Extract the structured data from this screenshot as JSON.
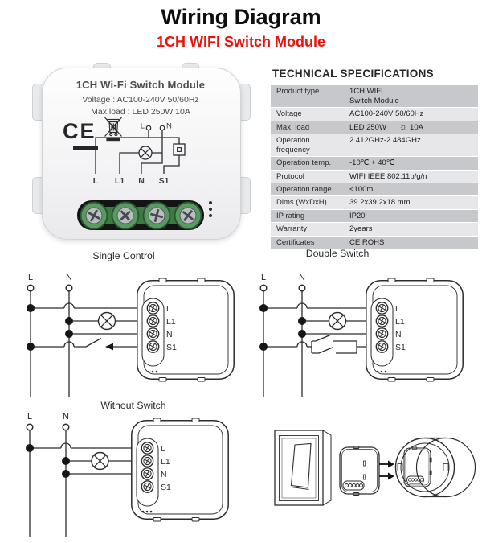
{
  "header": {
    "title": "Wiring Diagram",
    "subtitle": "1CH WIFI Switch Module"
  },
  "product_photo": {
    "name": "1CH Wi-Fi Switch Module",
    "voltage_line": "Voltage : AC100-240V 50/60Hz",
    "max_load_line": "Max.load : LED 250W  10A",
    "ce_mark": "CE",
    "face_schematic": {
      "live": "L",
      "neutral": "N",
      "terminals": [
        "L",
        "L1",
        "N",
        "S1"
      ]
    }
  },
  "specs": {
    "heading": "TECHNICAL SPECIFICATIONS",
    "rows": [
      {
        "label": "Product type",
        "value": "1CH WIFI\nSwitch Module"
      },
      {
        "label": "Voltage",
        "value": "AC100-240V 50/60Hz"
      },
      {
        "label": "Max. load",
        "value": "LED 250W",
        "icon": "☼",
        "value2": "10A"
      },
      {
        "label": "Operation\nfrequency",
        "value": "2.412GHz-2.484GHz"
      },
      {
        "label": "Operation temp.",
        "value": "-10℃ + 40℃"
      },
      {
        "label": "Protocol",
        "value": "WIFI IEEE 802.11b/g/n"
      },
      {
        "label": "Operation range",
        "value": "<100m"
      },
      {
        "label": "Dims (WxDxH)",
        "value": "39.2x39.2x18 mm"
      },
      {
        "label": "IP rating",
        "value": "IP20"
      },
      {
        "label": "Warranty",
        "value": "2years"
      },
      {
        "label": "Certificates",
        "value": "CE ROHS"
      }
    ]
  },
  "diagrams": {
    "module_terminals": [
      "L",
      "L1",
      "N",
      "S1"
    ],
    "single": {
      "caption": "Single Control",
      "live_label": "L",
      "neutral_label": "N"
    },
    "double": {
      "caption": "Double Switch",
      "live_label": "L",
      "neutral_label": "N"
    },
    "without": {
      "caption": "Without Switch",
      "live_label": "L",
      "neutral_label": "N"
    }
  }
}
